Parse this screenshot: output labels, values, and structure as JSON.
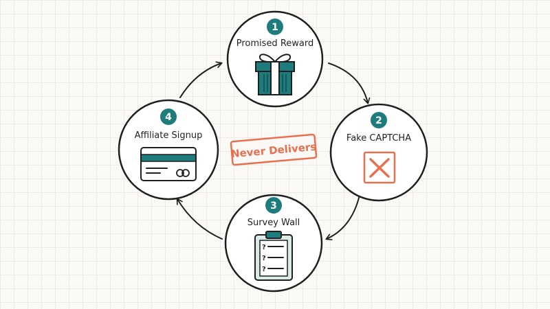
{
  "nodes": [
    {
      "number": "1",
      "label": "Promised Reward",
      "icon": "gift-box-icon"
    },
    {
      "number": "2",
      "label": "Fake CAPTCHA",
      "icon": "captcha-x-icon"
    },
    {
      "number": "3",
      "label": "Survey Wall",
      "icon": "clipboard-questions-icon"
    },
    {
      "number": "4",
      "label": "Affiliate Signup",
      "icon": "credit-card-icon"
    }
  ],
  "center_stamp": "Never Delivers",
  "colors": {
    "teal": "#1e7c7c",
    "coral": "#e8704f",
    "ink": "#1f1f1f",
    "background": "#fbf9f6",
    "clipboard_fill": "#d9ece9"
  },
  "cycle_direction": "clockwise"
}
